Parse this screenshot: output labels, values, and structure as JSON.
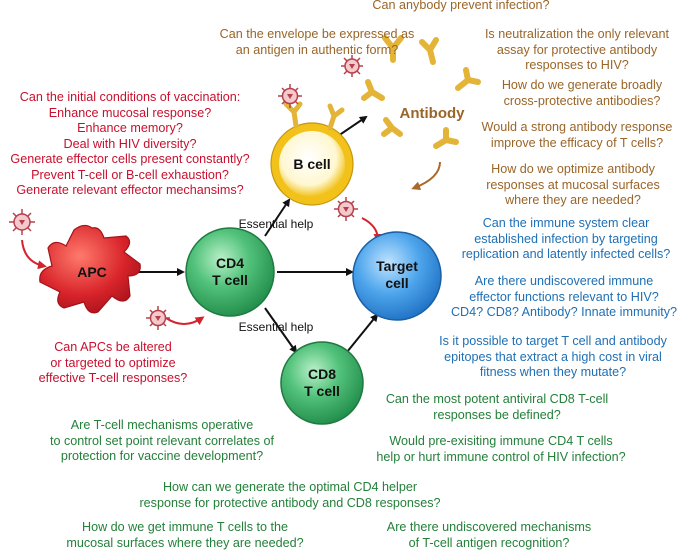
{
  "colors": {
    "red": "#c8102e",
    "brown": "#9a6528",
    "blue": "#1f6fb4",
    "green": "#24803a",
    "apc": "#d8232a",
    "cd4": "#3fb26b",
    "cd8": "#3fb26b",
    "bcell_ring": "#f2c21b",
    "target": "#2f8fe0",
    "antibody": "#e3b437",
    "virus": "#b5404a"
  },
  "cells": {
    "apc": "APC",
    "cd4_line1": "CD4",
    "cd4_line2": "T cell",
    "bcell": "B cell",
    "cd8_line1": "CD8",
    "cd8_line2": "T cell",
    "target_line1": "Target",
    "target_line2": "cell",
    "antibody": "Antibody"
  },
  "help_labels": {
    "upper": "Essential help",
    "lower": "Essential help"
  },
  "questions": {
    "prevent": "Can anybody prevent infection?",
    "envelope": "Can the envelope be expressed as\nan antigen in authentic form?",
    "neutralization": "Is neutralization the only relevant\nassay for protective antibody\nresponses to HIV?",
    "broadly": "How do we generate broadly\ncross-protective antibodies?",
    "strong_antibody": "Would a strong antibody response\nimprove the efficacy of T cells?",
    "mucosal_antibody": "How do we optimize antibody\nresponses at mucosal surfaces\nwhere they are needed?",
    "initial_conditions": "Can the initial conditions of vaccination:\nEnhance mucosal response?\nEnhance memory?\nDeal with HIV diversity?\nGenerate effector cells present constantly?\nPrevent T-cell or B-cell exhaustion?\nGenerate relevant effector mechansims?",
    "apc_altered": "Can APCs be altered\nor targeted to optimize\neffective T-cell responses?",
    "clear_infection": "Can the immune system clear\nestablished infection by targeting\nreplication and latently infected cells?",
    "undiscovered_effector": "Are there undiscovered immune\neffector functions relevant to HIV?\nCD4? CD8? Antibody? Innate immunity?",
    "epitopes": "Is it possible to target T cell and antibody\nepitopes that extract a high cost in viral\nfitness when they mutate?",
    "potent_cd8": "Can the most potent antiviral CD8 T-cell\nresponses be defined?",
    "preexisting_cd4": "Would pre-exisiting immune CD4 T cells\nhelp or hurt immune control of HIV infection?",
    "setpoint": "Are T-cell mechanisms operative\nto control set point relevant correlates of\nprotection for vaccine development?",
    "optimal_cd4": "How can we generate the optimal CD4 helper\nresponse for protective antibody and CD8 responses?",
    "mucosal_t": "How do we get immune T cells to the\nmucosal surfaces where they are needed?",
    "undiscovered_recognition": "Are there undiscovered mechanisms\nof T-cell antigen recognition?"
  }
}
